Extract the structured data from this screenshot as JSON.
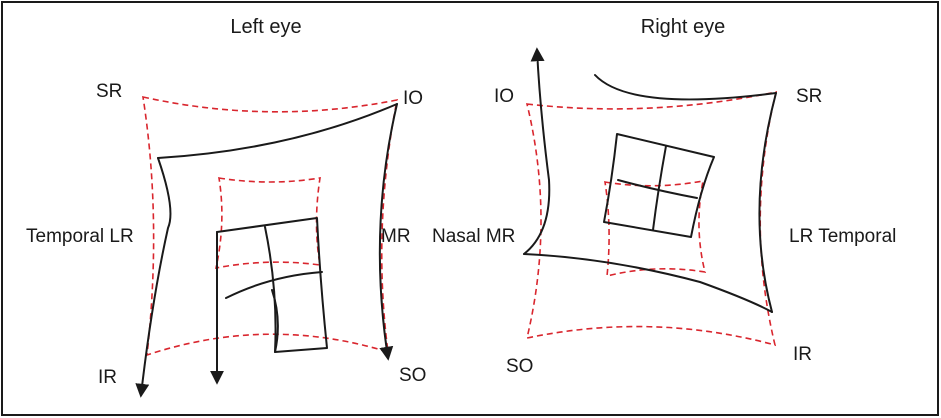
{
  "colors": {
    "outline": "#1a1a1a",
    "dashed_grid": "#d9262e",
    "frame": "#1a1a1a"
  },
  "left_eye": {
    "title": "Left eye",
    "labels": {
      "sr": "SR",
      "io": "IO",
      "temporal_lr": "Temporal LR",
      "mr": "MR",
      "ir": "IR",
      "so": "SO"
    }
  },
  "right_eye": {
    "title": "Right eye",
    "labels": {
      "io": "IO",
      "sr": "SR",
      "nasal_mr": "Nasal MR",
      "lr_temporal": "LR Temporal",
      "so": "SO",
      "ir": "IR"
    }
  }
}
